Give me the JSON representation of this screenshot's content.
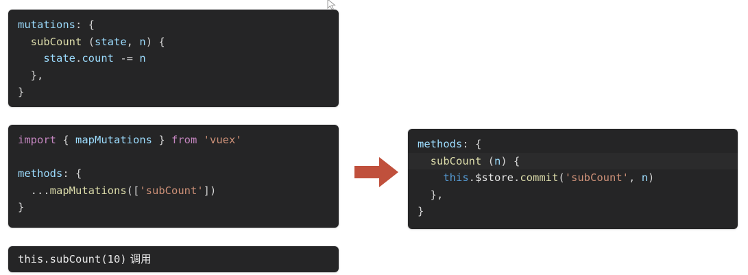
{
  "panels": {
    "mutations": {
      "name": "vuex-mutations-definition",
      "lines": [
        {
          "indent": 0,
          "tokens": [
            {
              "text": "mutations",
              "kind": "var"
            },
            {
              "text": ": {",
              "kind": "punct"
            }
          ]
        },
        {
          "indent": 1,
          "tokens": [
            {
              "text": "subCount",
              "kind": "fn"
            },
            {
              "text": " (",
              "kind": "punct"
            },
            {
              "text": "state",
              "kind": "var"
            },
            {
              "text": ", ",
              "kind": "punct"
            },
            {
              "text": "n",
              "kind": "var"
            },
            {
              "text": ") {",
              "kind": "punct"
            }
          ]
        },
        {
          "indent": 2,
          "tokens": [
            {
              "text": "state",
              "kind": "var"
            },
            {
              "text": ".",
              "kind": "punct"
            },
            {
              "text": "count",
              "kind": "var"
            },
            {
              "text": " -= ",
              "kind": "punct"
            },
            {
              "text": "n",
              "kind": "var"
            }
          ]
        },
        {
          "indent": 1,
          "tokens": [
            {
              "text": "},",
              "kind": "punct"
            }
          ]
        },
        {
          "indent": 0,
          "tokens": [
            {
              "text": "}",
              "kind": "punct"
            }
          ]
        }
      ]
    },
    "mapMutations": {
      "name": "map-mutations-usage",
      "lines": [
        {
          "indent": 0,
          "tokens": [
            {
              "text": "import",
              "kind": "kw"
            },
            {
              "text": " { ",
              "kind": "punct"
            },
            {
              "text": "mapMutations",
              "kind": "var"
            },
            {
              "text": " } ",
              "kind": "punct"
            },
            {
              "text": "from",
              "kind": "kw"
            },
            {
              "text": " ",
              "kind": "punct"
            },
            {
              "text": "'vuex'",
              "kind": "str"
            }
          ]
        },
        {
          "indent": 0,
          "blank": true,
          "tokens": []
        },
        {
          "indent": 0,
          "tokens": [
            {
              "text": "methods",
              "kind": "var"
            },
            {
              "text": ": {",
              "kind": "punct"
            }
          ]
        },
        {
          "indent": 1,
          "tokens": [
            {
              "text": "...",
              "kind": "punct"
            },
            {
              "text": "mapMutations",
              "kind": "fn"
            },
            {
              "text": "([",
              "kind": "punct"
            },
            {
              "text": "'subCount'",
              "kind": "str"
            },
            {
              "text": "])",
              "kind": "punct"
            }
          ]
        },
        {
          "indent": 0,
          "tokens": [
            {
              "text": "}",
              "kind": "punct"
            }
          ]
        }
      ]
    },
    "commit": {
      "name": "store-commit-equivalent",
      "lines": [
        {
          "indent": 0,
          "tokens": [
            {
              "text": "methods",
              "kind": "var"
            },
            {
              "text": ": {",
              "kind": "punct"
            }
          ]
        },
        {
          "indent": 1,
          "highlight": true,
          "tokens": [
            {
              "text": "subCount",
              "kind": "fn"
            },
            {
              "text": " (",
              "kind": "punct"
            },
            {
              "text": "n",
              "kind": "var"
            },
            {
              "text": ") {",
              "kind": "punct"
            }
          ]
        },
        {
          "indent": 2,
          "tokens": [
            {
              "text": "this",
              "kind": "this"
            },
            {
              "text": ".",
              "kind": "punct"
            },
            {
              "text": "$store",
              "kind": "plain"
            },
            {
              "text": ".",
              "kind": "punct"
            },
            {
              "text": "commit",
              "kind": "fn"
            },
            {
              "text": "(",
              "kind": "punct"
            },
            {
              "text": "'subCount'",
              "kind": "str"
            },
            {
              "text": ", ",
              "kind": "punct"
            },
            {
              "text": "n",
              "kind": "var"
            },
            {
              "text": ")",
              "kind": "punct"
            }
          ]
        },
        {
          "indent": 1,
          "tokens": [
            {
              "text": "},",
              "kind": "punct"
            }
          ]
        },
        {
          "indent": 0,
          "tokens": [
            {
              "text": "}",
              "kind": "punct"
            }
          ]
        }
      ]
    },
    "call": {
      "name": "invocation-note",
      "code_text": "this.subCount(10)",
      "annotation": "调用"
    }
  },
  "arrow": {
    "label": "flow-arrow-right",
    "color": "#c0503c",
    "outline": "#ffffff"
  },
  "colors": {
    "panel_background": "#252526",
    "page_background": "#ffffff",
    "text_default": "#d4d4d4",
    "variable": "#9cdcfe",
    "function": "#dcdcaa",
    "keyword": "#c586c0",
    "this_keyword": "#569cd6",
    "string": "#ce9178"
  },
  "watermark": {
    "text": ""
  }
}
